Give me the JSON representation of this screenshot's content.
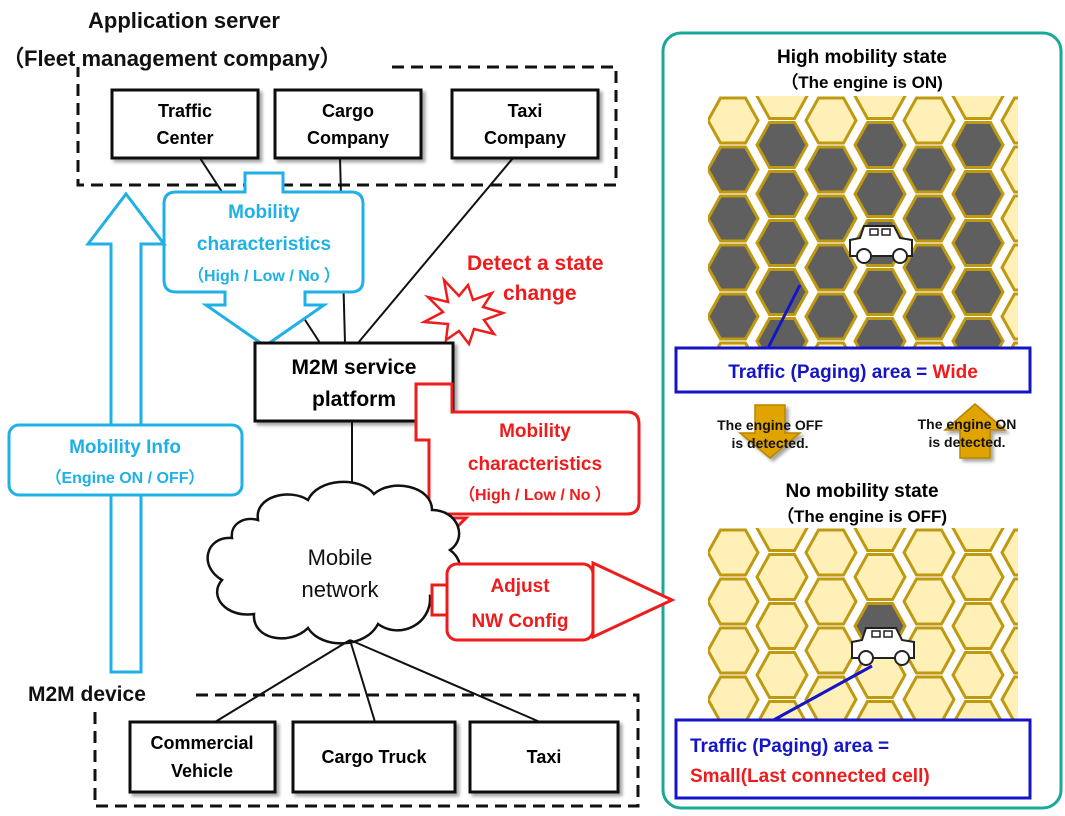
{
  "colors": {
    "cyan": "#1fb0e6",
    "red": "#ee1c1c",
    "blue": "#1515c8",
    "teal": "#1aa89a",
    "gold": "#e0a400",
    "hex_light": "#fff0b8",
    "hex_edge": "#bf9a10",
    "hex_dark": "#5f5f5f"
  },
  "left": {
    "app_server_title": "Application server",
    "app_server_subtitle": "（Fleet management company）",
    "boxes": {
      "traffic": [
        "Traffic",
        "Center"
      ],
      "cargo": [
        "Cargo",
        "Company"
      ],
      "taxi": [
        "Taxi",
        "Company"
      ]
    },
    "mobility_char_top": [
      "Mobility",
      "characteristics",
      "（High / Low / No ）"
    ],
    "mobility_info": [
      "Mobility Info",
      "（Engine ON / OFF）"
    ],
    "detect": [
      "Detect  a state",
      "change"
    ],
    "platform": [
      "M2M service",
      "platform"
    ],
    "mobility_char_right": [
      "Mobility",
      "characteristics",
      "（High / Low / No ）"
    ],
    "network": [
      "Mobile",
      "network"
    ],
    "adjust": [
      "Adjust",
      "NW Config"
    ],
    "device_title": "M2M device",
    "devices": {
      "commercial": [
        "Commercial",
        "Vehicle"
      ],
      "truck": "Cargo Truck",
      "taxi": "Taxi"
    }
  },
  "right": {
    "high_title": "High mobility state",
    "high_sub": "（The engine is ON)",
    "high_label_prefix": "Traffic (Paging)  area = ",
    "high_label_value": "Wide",
    "off_label": [
      "The engine OFF",
      "is detected."
    ],
    "on_label": [
      "The engine ON",
      "is detected."
    ],
    "no_title": "No mobility state",
    "no_sub": "（The engine is OFF)",
    "no_label_prefix": "Traffic (Paging)  area = ",
    "no_label_value": "Small(Last connected cell)"
  }
}
